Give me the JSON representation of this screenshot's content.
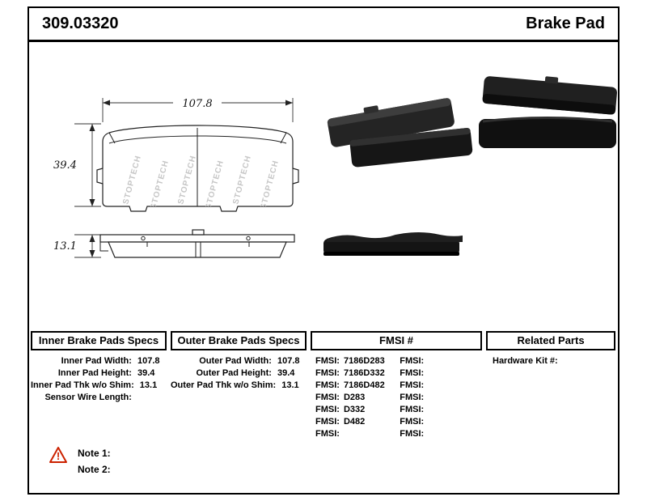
{
  "header": {
    "part_number": "309.03320",
    "product_name": "Brake Pad"
  },
  "drawing": {
    "front_view": {
      "width_label": "107.8",
      "height_label": "39.4",
      "watermark": "STOPTECH"
    },
    "side_view": {
      "thickness_label": "13.1"
    }
  },
  "tables": {
    "inner": {
      "title": "Inner Brake Pads Specs",
      "rows": [
        {
          "label": "Inner Pad Width: ",
          "value": "107.8"
        },
        {
          "label": "Inner Pad Height: ",
          "value": "39.4"
        },
        {
          "label": "Inner Pad Thk w/o Shim: ",
          "value": "13.1"
        },
        {
          "label": "Sensor Wire Length: ",
          "value": ""
        }
      ]
    },
    "outer": {
      "title": "Outer Brake Pads Specs",
      "rows": [
        {
          "label": "Outer Pad Width: ",
          "value": "107.8"
        },
        {
          "label": "Outer Pad Height: ",
          "value": "39.4"
        },
        {
          "label": "Outer Pad Thk w/o Shim: ",
          "value": "13.1"
        }
      ]
    },
    "fmsi": {
      "title": "FMSI #",
      "rows": [
        {
          "left_label": "FMSI:",
          "left_value": "7186D283",
          "right_label": "FMSI:",
          "right_value": ""
        },
        {
          "left_label": "FMSI:",
          "left_value": "7186D332",
          "right_label": "FMSI:",
          "right_value": ""
        },
        {
          "left_label": "FMSI:",
          "left_value": "7186D482",
          "right_label": "FMSI:",
          "right_value": ""
        },
        {
          "left_label": "FMSI:",
          "left_value": "D283",
          "right_label": "FMSI:",
          "right_value": ""
        },
        {
          "left_label": "FMSI:",
          "left_value": "D332",
          "right_label": "FMSI:",
          "right_value": ""
        },
        {
          "left_label": "FMSI:",
          "left_value": "D482",
          "right_label": "FMSI:",
          "right_value": ""
        },
        {
          "left_label": "FMSI:",
          "left_value": "",
          "right_label": "FMSI:",
          "right_value": ""
        }
      ]
    },
    "related": {
      "title": "Related Parts",
      "rows": [
        {
          "label": "Hardware Kit #:",
          "value": ""
        }
      ]
    }
  },
  "notes": [
    {
      "label": "Note 1:"
    },
    {
      "label": "Note 2:"
    }
  ],
  "colors": {
    "warning": "#cc2200",
    "watermark": "#c6c6c6",
    "ink": "#000000"
  }
}
